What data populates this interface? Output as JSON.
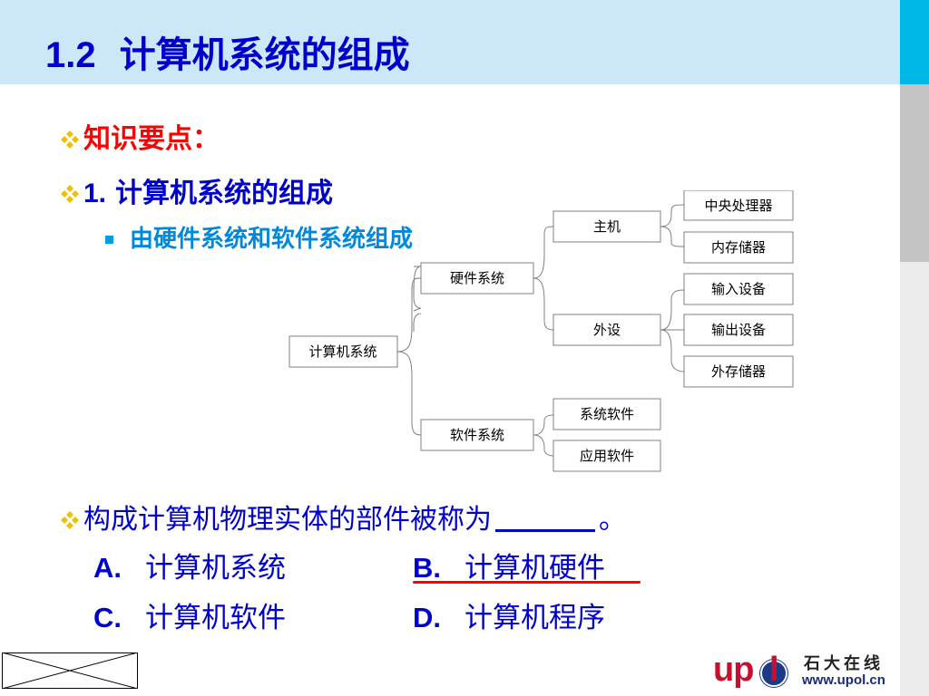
{
  "slide": {
    "number": "1.2",
    "title": "计算机系统的组成"
  },
  "bullets": {
    "heading": "知识要点：",
    "item1_num": "1.",
    "item1_text": "计算机系统的组成",
    "subitem": "由硬件系统和软件系统组成"
  },
  "tree": {
    "root": "计算机系统",
    "hardware": "硬件系统",
    "software": "软件系统",
    "host": "主机",
    "peripheral": "外设",
    "cpu": "中央处理器",
    "memory": "内存储器",
    "input": "输入设备",
    "output": "输出设备",
    "external_storage": "外存储器",
    "system_software": "系统软件",
    "application_software": "应用软件"
  },
  "question": {
    "text": "构成计算机物理实体的部件被称为",
    "end": "。",
    "options": [
      {
        "letter": "A.",
        "text": "计算机系统"
      },
      {
        "letter": "B.",
        "text": "计算机硬件"
      },
      {
        "letter": "C.",
        "text": "计算机软件"
      },
      {
        "letter": "D.",
        "text": "计算机程序"
      }
    ]
  },
  "logo": {
    "brand_a": "up",
    "brand_b": "l",
    "chinese": "石大在线",
    "url": "www.upol.cn"
  },
  "colors": {
    "title": "#0000cc",
    "heading": "#ff0000",
    "subitem": "#0088dd",
    "diamond": "#f0c000",
    "header_bg": "#cce8f8"
  }
}
